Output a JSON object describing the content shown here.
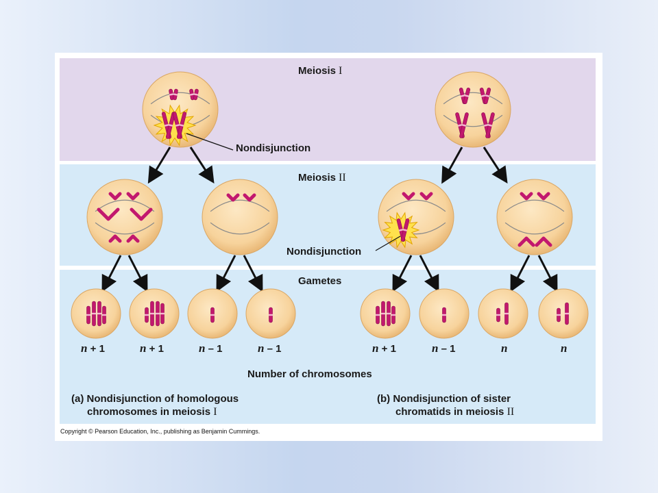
{
  "stages": {
    "meiosis1": {
      "name": "Meiosis",
      "numeral": "I"
    },
    "meiosis2": {
      "name": "Meiosis",
      "numeral": "II"
    },
    "gametes": {
      "name": "Gametes"
    }
  },
  "labels": {
    "nondisjunction_a": "Nondisjunction",
    "nondisjunction_b": "Nondisjunction"
  },
  "gamete_counts": [
    {
      "var": "n",
      "suffix": " + 1"
    },
    {
      "var": "n",
      "suffix": " + 1"
    },
    {
      "var": "n",
      "suffix": " – 1"
    },
    {
      "var": "n",
      "suffix": " – 1"
    },
    {
      "var": "n",
      "suffix": " + 1"
    },
    {
      "var": "n",
      "suffix": " – 1"
    },
    {
      "var": "n",
      "suffix": ""
    },
    {
      "var": "n",
      "suffix": ""
    }
  ],
  "axis_label": "Number of chromosomes",
  "captions": {
    "a_line1": "(a) Nondisjunction of homologous",
    "a_line2": "chromosomes in meiosis",
    "a_numeral": "I",
    "b_line1": "(b) Nondisjunction of sister",
    "b_line2": "chromatids in meiosis",
    "b_numeral": "II"
  },
  "copyright": "Copyright © Pearson Education, Inc., publishing as Benjamin Cummings.",
  "colors": {
    "meiosis1_band": "#e2d7ec",
    "meiosis2_band": "#d6eaf8",
    "cell_fill": "#f9d9a6",
    "chromosome": "#c2186e",
    "burst": "#ffe14d"
  }
}
